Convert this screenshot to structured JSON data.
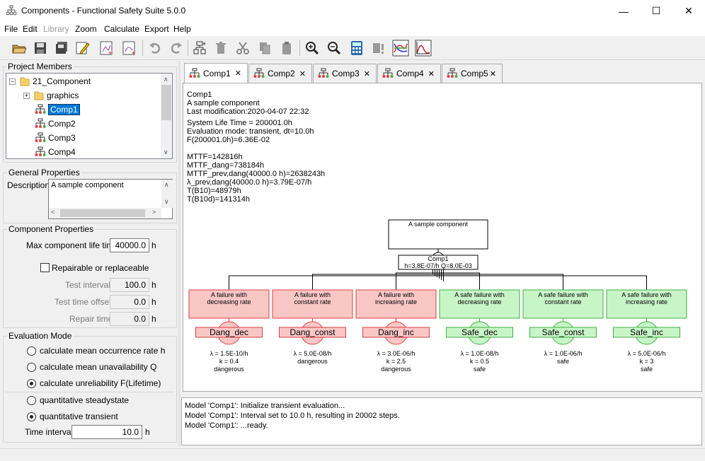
{
  "window": {
    "title": "Components - Functional Safety Suite 5.0.0",
    "minimize": "—",
    "maximize": "☐",
    "close": "✕"
  },
  "menu": {
    "items": [
      "File",
      "Edit",
      "Library",
      "Zoom",
      "Calculate",
      "Export",
      "Help"
    ],
    "disabled": [
      "Library"
    ]
  },
  "project_members": {
    "title": "Project Members",
    "tree": [
      {
        "label": "21_Component",
        "type": "folder",
        "expanded": true
      },
      {
        "label": "graphics",
        "type": "folder",
        "expanded": false
      },
      {
        "label": "Comp1",
        "type": "component",
        "selected": true
      },
      {
        "label": "Comp2",
        "type": "component"
      },
      {
        "label": "Comp3",
        "type": "component"
      },
      {
        "label": "Comp4",
        "type": "component"
      }
    ]
  },
  "general": {
    "title": "General Properties",
    "description_label": "Description",
    "description_value": "A sample component"
  },
  "component_props": {
    "title": "Component Properties",
    "max_life_label": "Max component life time",
    "max_life_value": "40000.0",
    "max_life_unit": "h",
    "repairable_label": "Repairable or replaceable",
    "test_interval_label": "Test interval",
    "test_interval_value": "100.0",
    "test_interval_unit": "h",
    "test_offset_label": "Test time offset",
    "test_offset_value": "0.0",
    "test_offset_unit": "h",
    "repair_time_label": "Repair time",
    "repair_time_value": "0.0",
    "repair_time_unit": "h"
  },
  "evaluation": {
    "title": "Evaluation Mode",
    "options": [
      {
        "label": "calculate mean occurrence rate h",
        "selected": false
      },
      {
        "label": "calculate mean unavailability Q",
        "selected": false
      },
      {
        "label": "calculate unreliability F(Lifetime)",
        "selected": true
      },
      {
        "label": "quantitative steadystate",
        "selected": false
      },
      {
        "label": "quantitative transient",
        "selected": true
      }
    ],
    "time_interval_label": "Time interval",
    "time_interval_value": "10.0",
    "time_interval_unit": "h"
  },
  "tabs": [
    {
      "label": "Comp1",
      "active": true
    },
    {
      "label": "Comp2",
      "active": false
    },
    {
      "label": "Comp3",
      "active": false
    },
    {
      "label": "Comp4",
      "active": false
    },
    {
      "label": "Comp5",
      "active": false
    }
  ],
  "info": {
    "lines_a": [
      "Comp1",
      "A sample component",
      "Last modification:2020-04-07 22:32"
    ],
    "lines_b": [
      "System Life Time = 200001.0h",
      "Evaluation mode: transient, dt=10.0h",
      "F(200001.0h)=6.36E-02"
    ],
    "lines_c": [
      "MTTF=142816h",
      "MTTF_dang=738184h",
      "MTTF_prev,dang(40000.0 h)=2638243h",
      "λ_prev,dang(40000.0 h)=3.79E-07/h",
      "T(B10)=48979h",
      "T(B10d)=141314h"
    ]
  },
  "diagram": {
    "top_box": "A sample component",
    "gate_name": "Comp1",
    "gate_values": "h=3.8E-07/h  Q=8.0E-03",
    "events": [
      {
        "desc1": "A failure with",
        "desc2": "decreasing rate",
        "name": "Dang_dec",
        "lambda": "λ = 1.5E-10/h",
        "k": "k = 0.4",
        "type": "dangerous",
        "kind": "dang"
      },
      {
        "desc1": "A failure with",
        "desc2": "constant rate",
        "name": "Dang_const",
        "lambda": "λ = 5.0E-08/h",
        "k": "",
        "type": "dangerous",
        "kind": "dang"
      },
      {
        "desc1": "A failure with",
        "desc2": "increasing rate",
        "name": "Dang_inc",
        "lambda": "λ = 3.0E-06/h",
        "k": "k = 2.5",
        "type": "dangerous",
        "kind": "dang"
      },
      {
        "desc1": "A safe failure with",
        "desc2": "decreasing rate",
        "name": "Safe_dec",
        "lambda": "λ = 1.0E-08/h",
        "k": "k = 0.5",
        "type": "safe",
        "kind": "safe"
      },
      {
        "desc1": "A safe failure with",
        "desc2": "constant rate",
        "name": "Safe_const",
        "lambda": "λ = 1.0E-06/h",
        "k": "",
        "type": "safe",
        "kind": "safe"
      },
      {
        "desc1": "A safe failure with",
        "desc2": "increasing rate",
        "name": "Safe_inc",
        "lambda": "λ = 5.0E-06/h",
        "k": "k = 3",
        "type": "safe",
        "kind": "safe"
      }
    ]
  },
  "log": {
    "lines": [
      "Model 'Comp1': Initialize transient evaluation...",
      "Model 'Comp1': Interval set to 10.0 h, resulting in 20002 steps.",
      "Model 'Comp1': ...ready."
    ]
  },
  "colors": {
    "dang_fill": "#f9c6c6",
    "dang_stroke": "#d94040",
    "safe_fill": "#c8f5c8",
    "safe_stroke": "#40b040",
    "selection": "#0078d7"
  }
}
